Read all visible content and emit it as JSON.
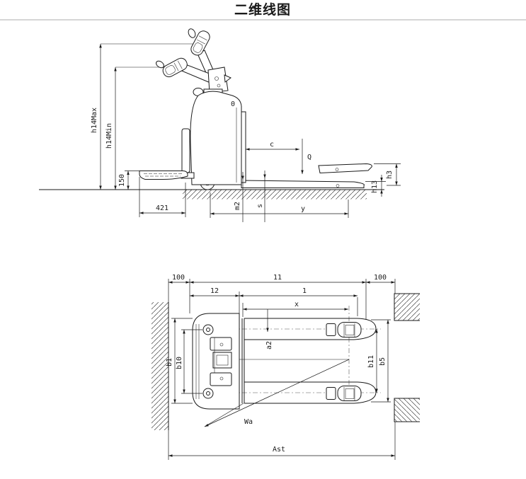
{
  "title": "二维线图",
  "side_view": {
    "labels": {
      "h14max": "h14Max",
      "h14min": "h14Min",
      "platform_height": "150",
      "platform_length": "421",
      "ground_clearance": "m2",
      "fork_thickness": "s",
      "wheelbase": "y",
      "head_length": "c",
      "load": "Q",
      "lift_height": "h3",
      "lowered_height": "h13",
      "body_mark": "0"
    }
  },
  "plan_view": {
    "labels": {
      "aisle_clearance_left": "100",
      "aisle_clearance_right": "100",
      "l2": "12",
      "l1": "11",
      "l": "1",
      "load_distance": "x",
      "chassis_width": "b1",
      "drive_width": "b10",
      "fork_inner_span": "b11",
      "fork_outer_span": "b5",
      "a2": "a2",
      "turning_radius": "Wa",
      "aisle_width": "Ast"
    }
  },
  "colors": {
    "line": "#1a1a1a",
    "divider": "#c9c9c9",
    "background": "#ffffff"
  }
}
